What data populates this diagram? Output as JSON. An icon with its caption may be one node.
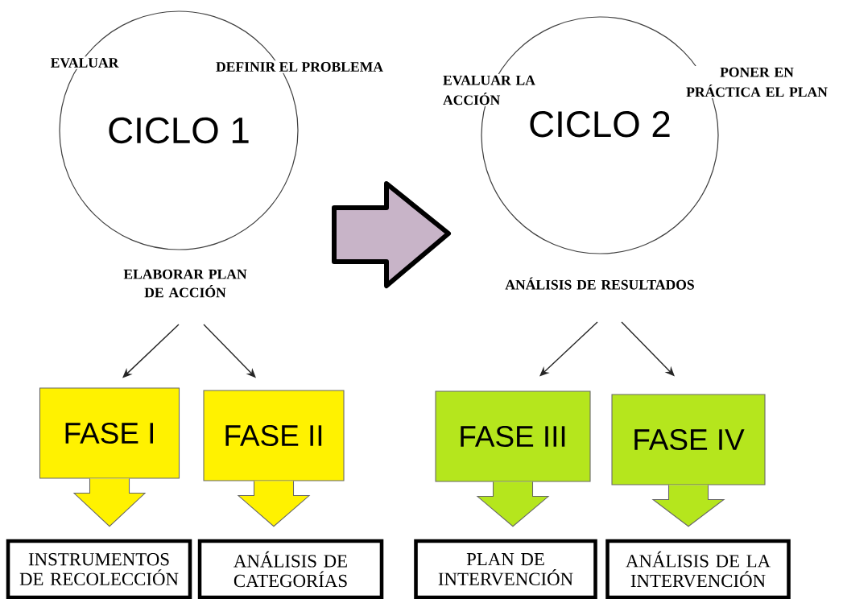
{
  "diagram": {
    "nodes": [
      {
        "text": [
          "CICLO 1"
        ]
      },
      {
        "text": [
          "CICLO 2"
        ]
      },
      {
        "text": [
          "ELABORAR PLAN DE ACCIÓN"
        ]
      },
      {
        "text": [
          "ANÁLISIS DE RESULTADOS"
        ]
      },
      {
        "text": [
          "FASE I"
        ]
      },
      {
        "text": [
          "FASE II"
        ]
      },
      {
        "text": [
          "FASE III"
        ]
      },
      {
        "text": [
          "FASE IV"
        ]
      },
      {
        "text": [
          "INSTRUMENTOS DE RECOLECCIÓN"
        ]
      },
      {
        "text": [
          "ANÁLISIS DE CATEGORÍAS"
        ]
      },
      {
        "text": [
          "PLAN DE INTERVENCIÓN"
        ]
      },
      {
        "text": [
          "ANÁLISIS DE LA INTERVENCIÓN"
        ]
      }
    ],
    "edges": [
      {
        "from": 0,
        "to": 1,
        "arrow": "to",
        "style": "thick",
        "color": "#c8b4c8"
      },
      {
        "from": 2,
        "to": 4,
        "arrow": "to"
      },
      {
        "from": 2,
        "to": 5,
        "arrow": "to"
      },
      {
        "from": 3,
        "to": 6,
        "arrow": "to"
      },
      {
        "from": 3,
        "to": 7,
        "arrow": "to"
      },
      {
        "from": 4,
        "to": 8,
        "arrow": "to",
        "style": "thick",
        "color": "#fff200"
      },
      {
        "from": 5,
        "to": 9,
        "arrow": "to",
        "style": "thick",
        "color": "#fff200"
      },
      {
        "from": 6,
        "to": 10,
        "arrow": "to",
        "style": "thick",
        "color": "#b5e61d"
      },
      {
        "from": 7,
        "to": 11,
        "arrow": "to",
        "style": "thick",
        "color": "#b5e61d"
      }
    ],
    "labels": [
      "EVALUAR",
      "DEFINIR EL PROBLEMA",
      "EVALUAR LA ACCIÓN",
      "PONER EN PRÁCTICA EL PLAN"
    ]
  }
}
